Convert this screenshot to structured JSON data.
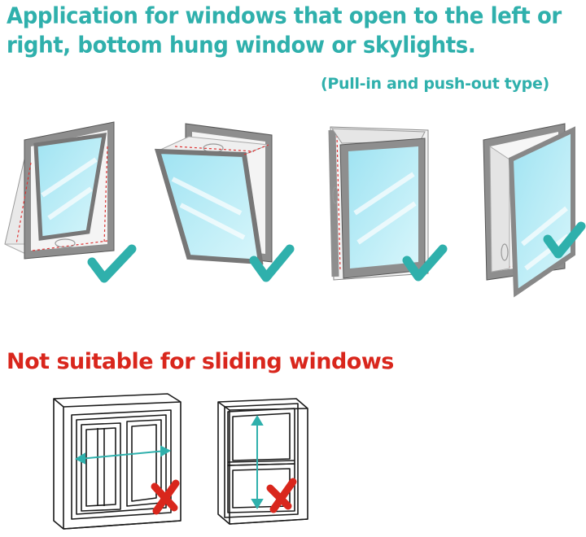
{
  "heading": {
    "title": "Application for windows that open to the left or right, bottom hung window or skylights.",
    "subtitle": "(Pull-in and push-out type)",
    "not_suitable": "Not suitable for sliding windows"
  },
  "colors": {
    "teal": "#2fb0ac",
    "red": "#d9261c",
    "glass": "#bdeef7",
    "frame": "#8e8e8e"
  },
  "icons": {
    "suitable": [
      "check-icon",
      "check-icon",
      "check-icon",
      "check-icon"
    ],
    "unsuitable": [
      "cross-icon",
      "cross-icon"
    ]
  }
}
